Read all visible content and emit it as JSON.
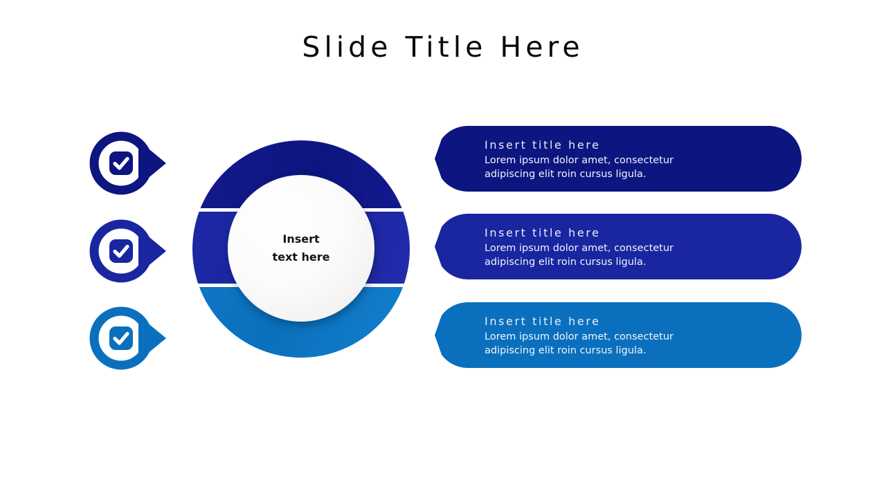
{
  "slide": {
    "title": "Slide Title Here",
    "background": "#ffffff"
  },
  "center": {
    "line1": "Insert",
    "line2": "text here"
  },
  "palette": {
    "navy": "#0d1580",
    "blue": "#1a25a0",
    "light_blue": "#0a70bd",
    "title_color": "#0a0a0a",
    "callout_text": "#f2f5fa"
  },
  "markers": [
    {
      "name": "marker-check-1",
      "icon": "check-circle-icon",
      "color": "#0d1580"
    },
    {
      "name": "marker-check-2",
      "icon": "check-circle-icon",
      "color": "#1a25a0"
    },
    {
      "name": "marker-check-3",
      "icon": "check-circle-icon",
      "color": "#0a70bd"
    }
  ],
  "callouts": [
    {
      "title": "Insert title here",
      "body_line1": "Lorem ipsum dolor amet, consectetur",
      "body_line2": "adipiscing elit roin cursus ligula.",
      "color": "#0d1580"
    },
    {
      "title": "Insert title here",
      "body_line1": "Lorem ipsum dolor amet, consectetur",
      "body_line2": "adipiscing elit roin cursus ligula.",
      "color": "#1a25a0"
    },
    {
      "title": "Insert title here",
      "body_line1": "Lorem ipsum dolor amet, consectetur",
      "body_line2": "adipiscing elit roin cursus ligula.",
      "color": "#0a70bd"
    }
  ]
}
